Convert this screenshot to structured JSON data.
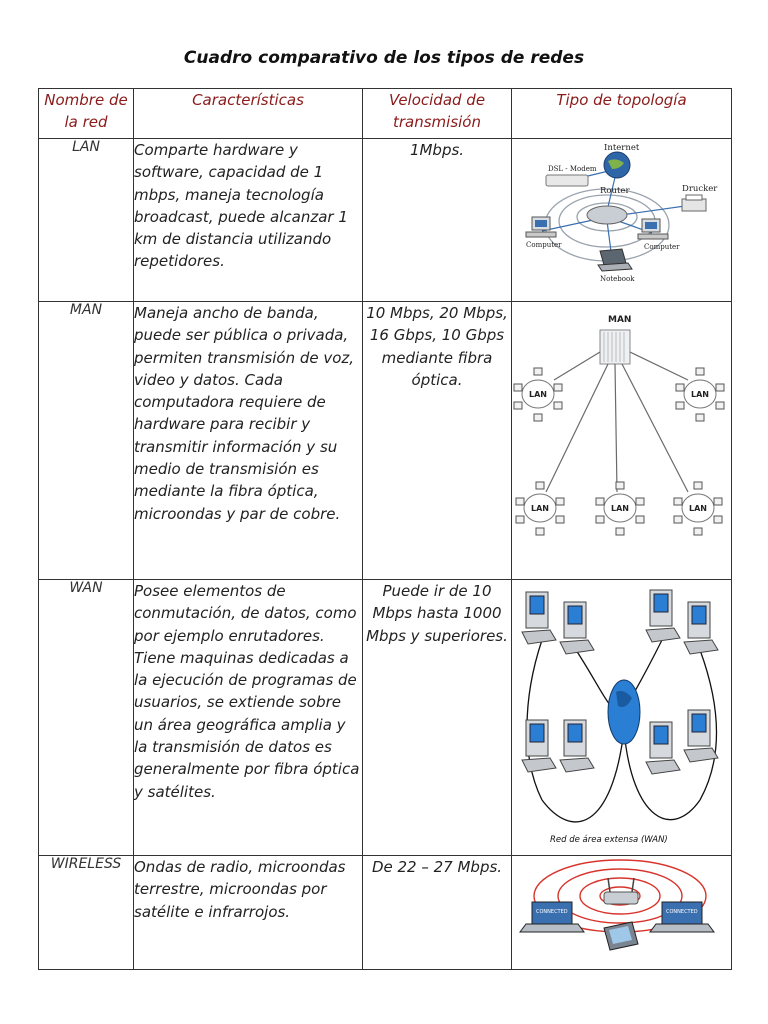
{
  "title": "Cuadro comparativo de los tipos de redes",
  "headers": {
    "name": "Nombre de la red",
    "characteristics": "Características",
    "speed": "Velocidad de transmisión",
    "topology": "Tipo de topología"
  },
  "rows": [
    {
      "name": "LAN",
      "characteristics": "Comparte hardware y software, capacidad de 1 mbps, maneja tecnología broadcast, puede alcanzar 1 km de distancia utilizando repetidores.",
      "speed": "1Mbps.",
      "diagram": {
        "labels": [
          "Internet",
          "DSL - Modem",
          "Router",
          "Drucker",
          "Computer",
          "Computer",
          "Notebook"
        ]
      }
    },
    {
      "name": "MAN",
      "characteristics": "Maneja ancho de banda, puede ser pública o privada, permiten transmisión de voz, video y datos. Cada computadora requiere de hardware para recibir y transmitir información y su medio de transmisión es mediante la fibra óptica, microondas y par de cobre.",
      "speed": "10 Mbps, 20 Mbps, 16 Gbps, 10 Gbps mediante fibra óptica.",
      "diagram": {
        "hub_label": "MAN",
        "node_label": "LAN"
      }
    },
    {
      "name": "WAN",
      "characteristics": "Posee elementos de conmutación, de datos, como por ejemplo enrutadores. Tiene maquinas dedicadas a la ejecución de programas de usuarios, se extiende sobre un área geográfica amplia y la transmisión de datos es generalmente por fibra óptica y satélites.",
      "speed": "Puede ir de 10 Mbps hasta 1000 Mbps y superiores.",
      "diagram": {
        "caption": "Red de área extensa (WAN)"
      }
    },
    {
      "name": "WIRELESS",
      "characteristics": "Ondas de radio, microondas terrestre, microondas por satélite e infrarrojos.",
      "speed": "De 22 – 27 Mbps.",
      "diagram": {
        "labels": [
          "CONNECTED",
          "CONNECTED"
        ]
      }
    }
  ],
  "colors": {
    "header_text": "#8b1a1a",
    "wan_blue": "#2a7fd4",
    "wireless_red": "#d8342c"
  }
}
